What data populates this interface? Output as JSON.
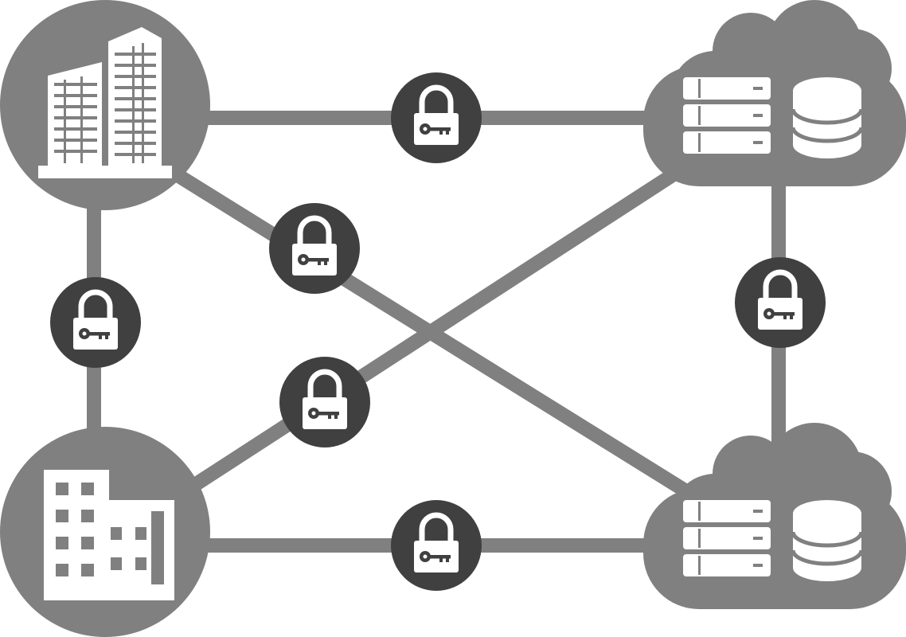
{
  "colors": {
    "background": "#ffffff",
    "link": "#808080",
    "node": "#808080",
    "lock_badge": "#404040",
    "icon": "#ffffff"
  },
  "nodes": [
    {
      "name": "headquarters",
      "icon": "office-towers-icon"
    },
    {
      "name": "branch-office",
      "icon": "office-building-icon"
    },
    {
      "name": "cloud-datacenter-top",
      "icon": "cloud-servers-database-icon"
    },
    {
      "name": "cloud-datacenter-bottom",
      "icon": "cloud-servers-database-icon"
    }
  ],
  "links": [
    {
      "from": "headquarters",
      "to": "cloud-datacenter-top",
      "encrypted": true,
      "icon": "padlock-key-icon"
    },
    {
      "from": "headquarters",
      "to": "cloud-datacenter-bottom",
      "encrypted": true,
      "icon": "padlock-key-icon"
    },
    {
      "from": "headquarters",
      "to": "branch-office",
      "encrypted": true,
      "icon": "padlock-key-icon"
    },
    {
      "from": "branch-office",
      "to": "cloud-datacenter-top",
      "encrypted": true,
      "icon": "padlock-key-icon"
    },
    {
      "from": "branch-office",
      "to": "cloud-datacenter-bottom",
      "encrypted": true,
      "icon": "padlock-key-icon"
    },
    {
      "from": "cloud-datacenter-top",
      "to": "cloud-datacenter-bottom",
      "encrypted": true,
      "icon": "padlock-key-icon"
    }
  ]
}
